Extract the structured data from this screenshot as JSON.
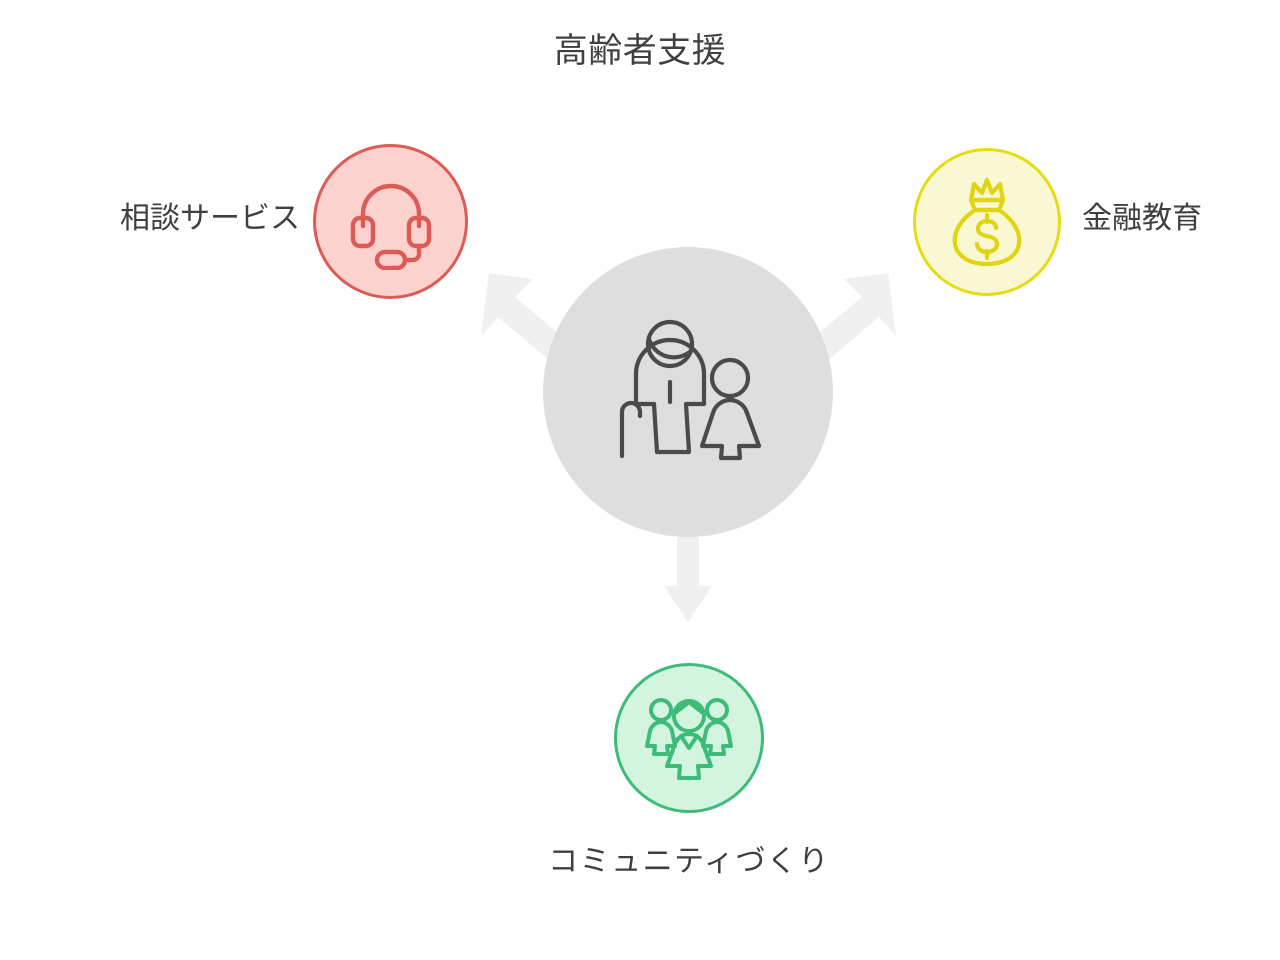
{
  "diagram": {
    "title": "高齢者支援",
    "type": "radial-hub-and-spoke",
    "background_color": "#ffffff",
    "title_color": "#404040",
    "label_color": "#3f3f3f",
    "arrow_color": "#f0f0f0",
    "center": {
      "label": "",
      "icon": "elderly-couple-icon",
      "fill_color": "#dedede",
      "icon_color": "#4a4a4a"
    },
    "nodes": [
      {
        "id": "consultation",
        "label": "相談サービス",
        "icon": "headset-support-icon",
        "fill_color": "#fcd2ce",
        "border_color": "#dc5b55",
        "icon_color": "#dc5b55",
        "position": "upper-left",
        "label_side": "left"
      },
      {
        "id": "financial-education",
        "label": "金融教育",
        "icon": "money-bag-dollar-icon",
        "fill_color": "#faf8d2",
        "border_color": "#e6dc14",
        "icon_color": "#e0d413",
        "position": "upper-right",
        "label_side": "right"
      },
      {
        "id": "community-building",
        "label": "コミュニティづくり",
        "icon": "people-group-icon",
        "fill_color": "#d3f5e0",
        "border_color": "#3cbc78",
        "icon_color": "#3cbc78",
        "position": "bottom",
        "label_side": "below"
      }
    ],
    "arrows": [
      {
        "id": "arrow-to-consultation",
        "from": "center",
        "to": "consultation",
        "direction": "up-left"
      },
      {
        "id": "arrow-to-financial-education",
        "from": "center",
        "to": "financial-education",
        "direction": "up-right"
      },
      {
        "id": "arrow-to-community-building",
        "from": "center",
        "to": "community-building",
        "direction": "down"
      }
    ]
  }
}
